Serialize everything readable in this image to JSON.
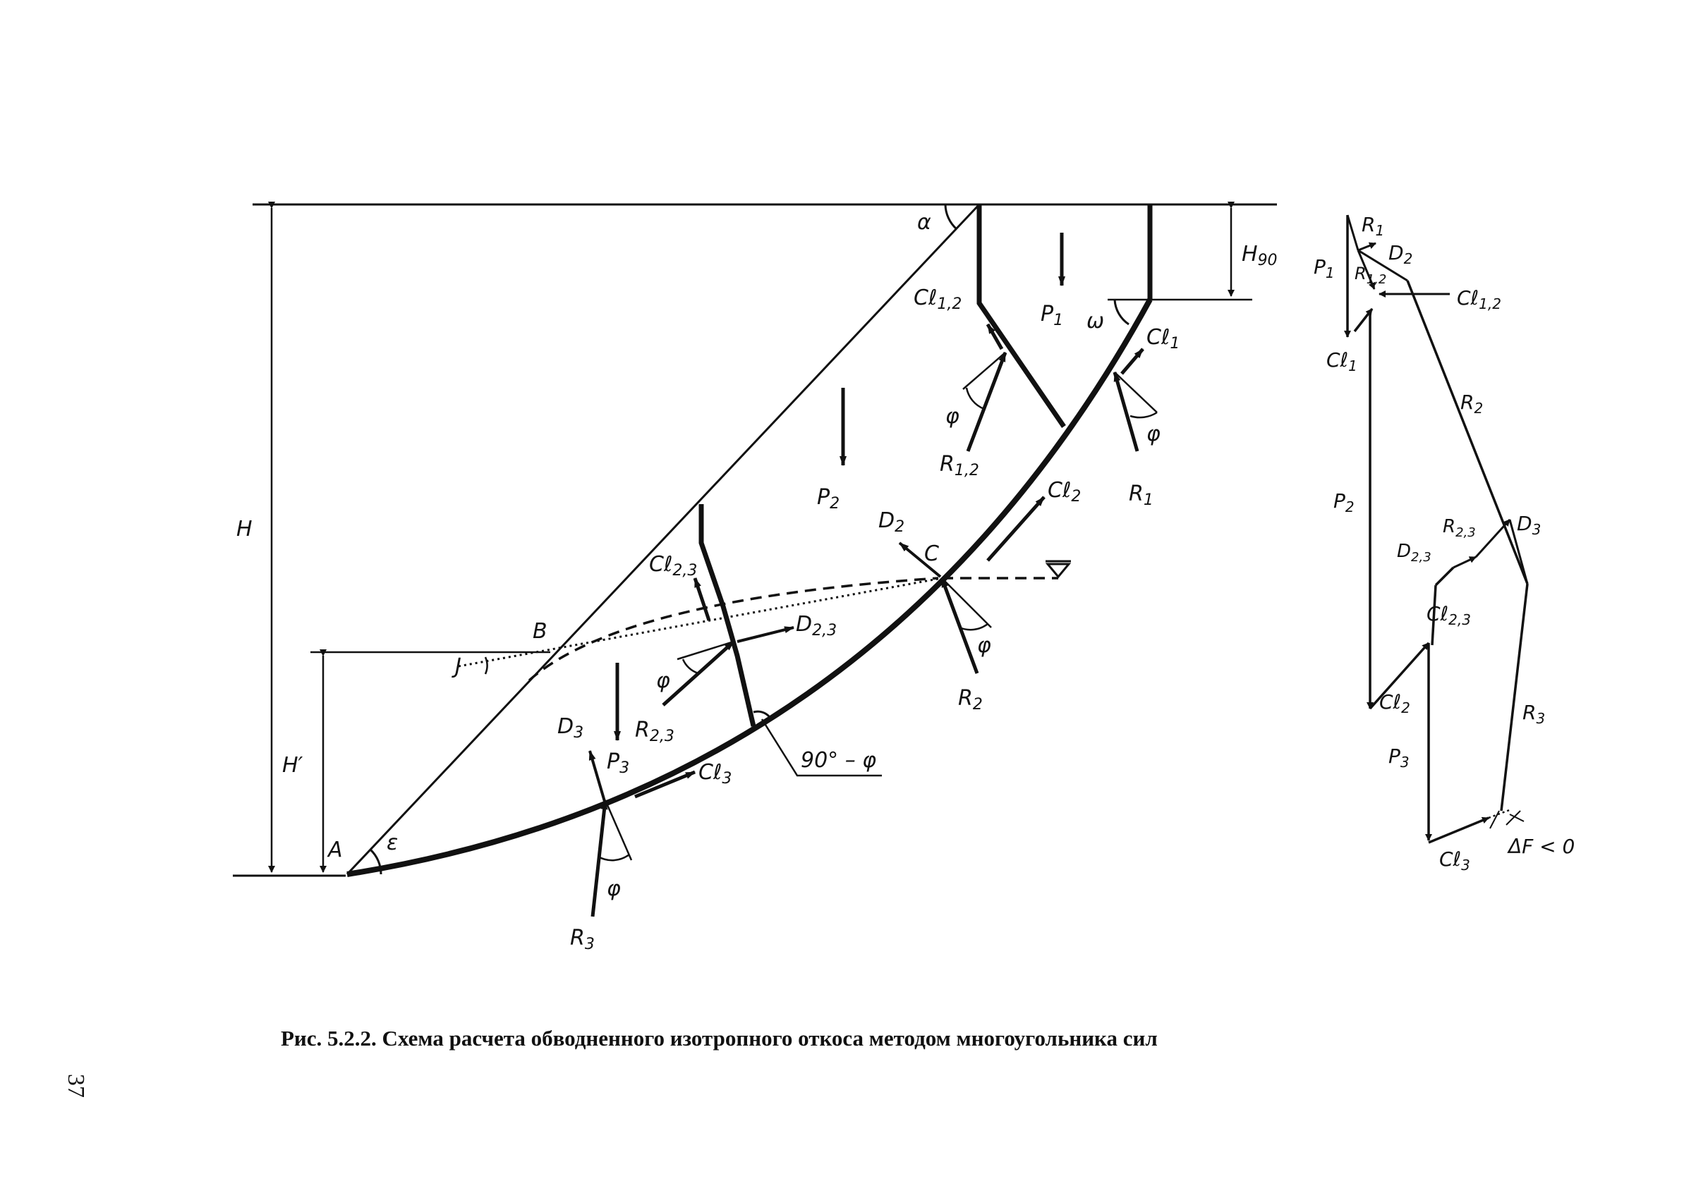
{
  "caption": "Рис. 5.2.2. Схема расчета обводненного изотропного откоса методом многоугольника сил",
  "page_number": "37",
  "slope": {
    "H": "H",
    "H_prime": "H′",
    "H90": "H",
    "H90_sub": "90",
    "alpha": "α",
    "epsilon": "ε",
    "omega": "ω",
    "phi": "φ",
    "point_A": "A",
    "point_B": "B",
    "point_C": "C",
    "point_J": "J",
    "angle_90_minus_phi": "90° – φ",
    "water_level_symbol": "∇"
  },
  "forces": {
    "P1": "P",
    "P1_sub": "1",
    "P2": "P",
    "P2_sub": "2",
    "P3": "P",
    "P3_sub": "3",
    "R1": "R",
    "R1_sub": "1",
    "R2": "R",
    "R2_sub": "2",
    "R3": "R",
    "R3_sub": "3",
    "R12": "R",
    "R12_sub": "1,2",
    "R23": "R",
    "R23_sub": "2,3",
    "Cl1": "Cℓ",
    "Cl1_sub": "1",
    "Cl2": "Cℓ",
    "Cl2_sub": "2",
    "Cl3": "Cℓ",
    "Cl3_sub": "3",
    "Cl12": "Cℓ",
    "Cl12_sub": "1,2",
    "Cl23": "Cℓ",
    "Cl23_sub": "2,3",
    "D2": "D",
    "D2_sub": "2",
    "D3": "D",
    "D3_sub": "3",
    "D23": "D",
    "D23_sub": "2,3"
  },
  "polygon": {
    "R1": "R",
    "R1_sub": "1",
    "D2": "D",
    "D2_sub": "2",
    "P1": "P",
    "P1_sub": "1",
    "R12": "R",
    "R12_sub": "1,2",
    "Cl12": "Cℓ",
    "Cl12_sub": "1,2",
    "Cl1": "Cℓ",
    "Cl1_sub": "1",
    "R2": "R",
    "R2_sub": "2",
    "P2": "P",
    "P2_sub": "2",
    "R23": "R",
    "R23_sub": "2,3",
    "D3": "D",
    "D3_sub": "3",
    "D23": "D",
    "D23_sub": "2,3",
    "Cl23": "Cℓ",
    "Cl23_sub": "2,3",
    "Cl2": "Cℓ",
    "Cl2_sub": "2",
    "R3": "R",
    "R3_sub": "3",
    "P3": "P",
    "P3_sub": "3",
    "Cl3": "Cℓ",
    "Cl3_sub": "3",
    "deltaF": "ΔF < 0"
  }
}
